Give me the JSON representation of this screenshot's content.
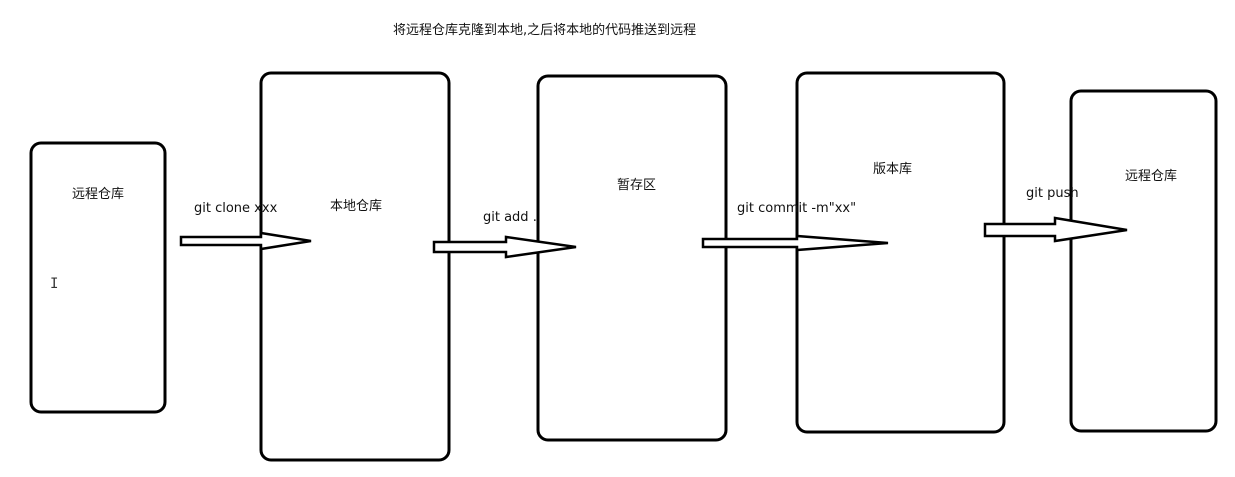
{
  "title": "将远程仓库克隆到本地,之后将本地的代码推送到远程",
  "nodes": [
    {
      "id": "remote-repo-source",
      "label": "远程仓库"
    },
    {
      "id": "local-repo",
      "label": "本地仓库"
    },
    {
      "id": "staging-area",
      "label": "暂存区"
    },
    {
      "id": "version-repo",
      "label": "版本库"
    },
    {
      "id": "remote-repo-target",
      "label": "远程仓库"
    }
  ],
  "edges": [
    {
      "from": "remote-repo-source",
      "to": "local-repo",
      "label": "git clone xxx"
    },
    {
      "from": "local-repo",
      "to": "staging-area",
      "label": "git  add  ."
    },
    {
      "from": "staging-area",
      "to": "version-repo",
      "label": "git commit -m\"xx\""
    },
    {
      "from": "version-repo",
      "to": "remote-repo-target",
      "label": "git push"
    }
  ],
  "cursor_glyph": "I"
}
